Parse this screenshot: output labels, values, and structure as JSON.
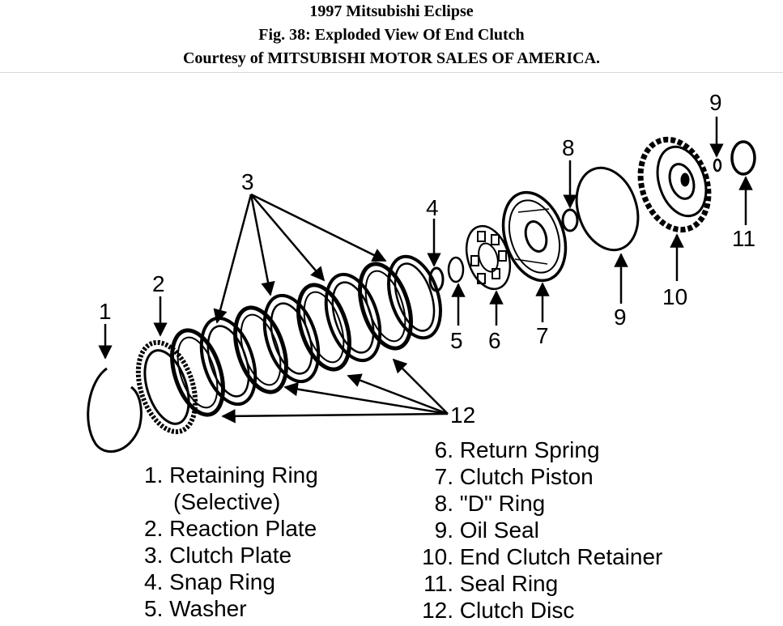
{
  "header": {
    "line1": "1997 Mitsubishi Eclipse",
    "line2": "Fig. 38: Exploded View Of End Clutch",
    "line3": "Courtesy of MITSUBISHI MOTOR SALES OF AMERICA."
  },
  "callouts": {
    "c1": "1",
    "c2": "2",
    "c3": "3",
    "c4": "4",
    "c5": "5",
    "c6": "6",
    "c7": "7",
    "c8": "8",
    "c9a": "9",
    "c9b": "9",
    "c10": "10",
    "c11": "11",
    "c12": "12"
  },
  "legend_left": [
    {
      "num": "1.",
      "label": "Retaining Ring"
    },
    {
      "num": "",
      "label": "(Selective)"
    },
    {
      "num": "2.",
      "label": "Reaction Plate"
    },
    {
      "num": "3.",
      "label": "Clutch Plate"
    },
    {
      "num": "4.",
      "label": "Snap Ring"
    },
    {
      "num": "5.",
      "label": "Washer"
    }
  ],
  "legend_right": [
    {
      "num": "6.",
      "label": "Return Spring"
    },
    {
      "num": "7.",
      "label": "Clutch Piston"
    },
    {
      "num": "8.",
      "label": "\"D\" Ring"
    },
    {
      "num": "9.",
      "label": "Oil Seal"
    },
    {
      "num": "10.",
      "label": "End Clutch Retainer"
    },
    {
      "num": "11.",
      "label": "Seal Ring"
    },
    {
      "num": "12.",
      "label": "Clutch Disc"
    }
  ]
}
